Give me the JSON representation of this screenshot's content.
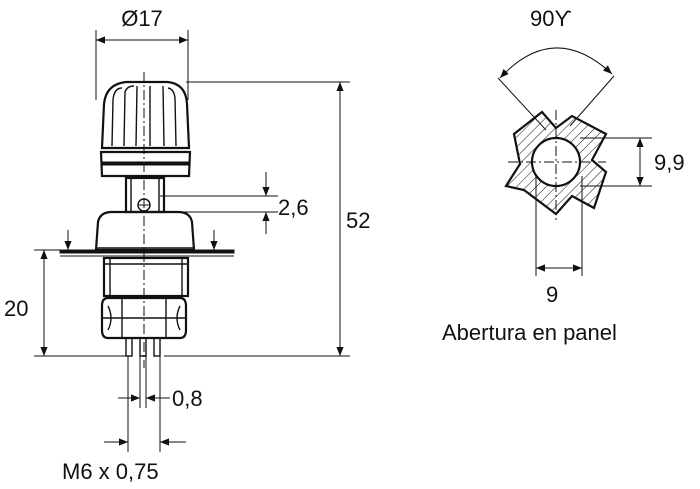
{
  "labels": {
    "diameter": "Ø17",
    "height_total": "52",
    "height_lower": "20",
    "dim_2_6": "2,6",
    "dim_0_8": "0,8",
    "thread": "M6 x 0,75",
    "angle": "90ϒ",
    "dim_9_9": "9,9",
    "dim_9": "9",
    "caption": "Abertura en panel"
  }
}
